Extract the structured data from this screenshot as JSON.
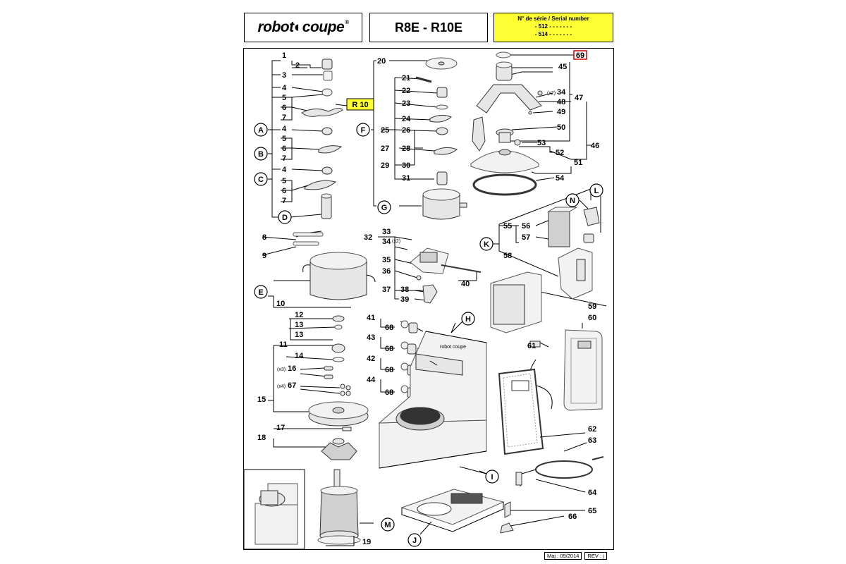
{
  "header": {
    "brand": "robot",
    "brand2": "coupe",
    "brand_mark": "®",
    "model": "R8E - R10E",
    "serial_title": "N° de série / Serial number",
    "serial_lines": [
      "- 512 - - - - -    - -",
      "- 514 - - - - -    - -"
    ]
  },
  "footer": {
    "update": "Maj : 09/2014",
    "revision": "REV : j"
  },
  "highlight": {
    "r10_label": "R 10",
    "highlight_color": "#ffff33",
    "callout_69": "69",
    "callout_69_color": "#cc0000"
  },
  "numbers": [
    "1",
    "2",
    "3",
    "4",
    "5",
    "6",
    "7",
    "4",
    "5",
    "6",
    "7",
    "4",
    "5",
    "6",
    "7",
    "8",
    "9",
    "10",
    "12",
    "13",
    "13",
    "11",
    "14",
    "16",
    "67",
    "15",
    "17",
    "18",
    "19",
    "20",
    "21",
    "22",
    "23",
    "24",
    "25",
    "26",
    "27",
    "28",
    "29",
    "30",
    "31",
    "32",
    "33",
    "34",
    "35",
    "36",
    "37",
    "38",
    "39",
    "40",
    "41",
    "68",
    "43",
    "68",
    "42",
    "68",
    "44",
    "68",
    "45",
    "34",
    "48",
    "47",
    "49",
    "50",
    "53",
    "52",
    "46",
    "51",
    "54",
    "55",
    "56",
    "57",
    "58",
    "59",
    "60",
    "61",
    "62",
    "63",
    "64",
    "65",
    "66"
  ],
  "multipliers": [
    "(x2)",
    "(x2)",
    "(x3)",
    "(x4)"
  ],
  "circles": [
    "A",
    "B",
    "C",
    "D",
    "E",
    "F",
    "G",
    "H",
    "I",
    "J",
    "K",
    "L",
    "M",
    "N"
  ]
}
